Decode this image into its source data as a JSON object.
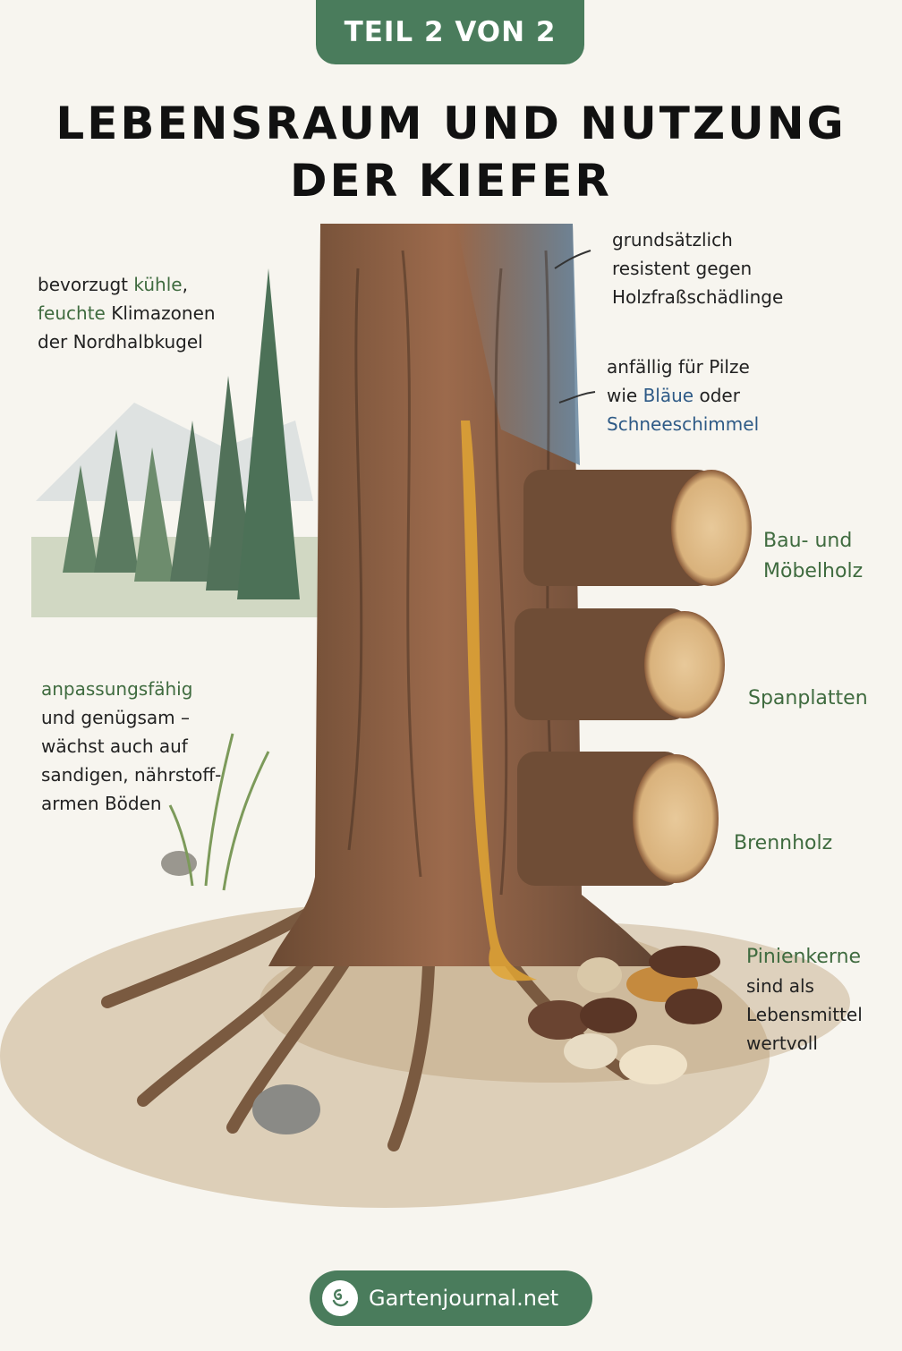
{
  "header": {
    "badge": "TEIL 2 VON 2",
    "title_line1": "LEBENSRAUM UND NUTZUNG",
    "title_line2": "DER KIEFER"
  },
  "left_notes": {
    "climate": {
      "pre": "bevorzugt ",
      "hl1": "kühle",
      "comma": ",",
      "hl2": "feuchte",
      "post": " Klimazonen",
      "line3": "der Nordhalbkugel"
    },
    "adapt": {
      "hl": "anpassungsfähig",
      "line2": "und genügsam –",
      "line3": "wächst auch auf",
      "line4": "sandigen, nährstoff-",
      "line5": "armen Böden"
    }
  },
  "right_notes": {
    "resistant": {
      "line1": "grundsätzlich",
      "line2": "resistent gegen",
      "line3": "Holzfraßschädlinge"
    },
    "fungi": {
      "line1": "anfällig für Pilze",
      "pre": "wie ",
      "hl1": "Bläue",
      "mid": " oder",
      "hl2": "Schneeschimmel"
    },
    "uses": {
      "bau1": "Bau- und",
      "bau2": "Möbelholz",
      "span": "Spanplatten",
      "brenn": "Brennholz"
    },
    "nuts": {
      "hl": "Pinienkerne",
      "line2": "sind als",
      "line3": "Lebensmittel",
      "line4": "wertvoll"
    }
  },
  "footer": {
    "brand": "Gartenjournal.net",
    "icon": "leaf-hand-icon"
  },
  "colors": {
    "accent": "#4a7c5c",
    "highlight_green": "#3f6b3f",
    "highlight_blue": "#2e5a86"
  }
}
